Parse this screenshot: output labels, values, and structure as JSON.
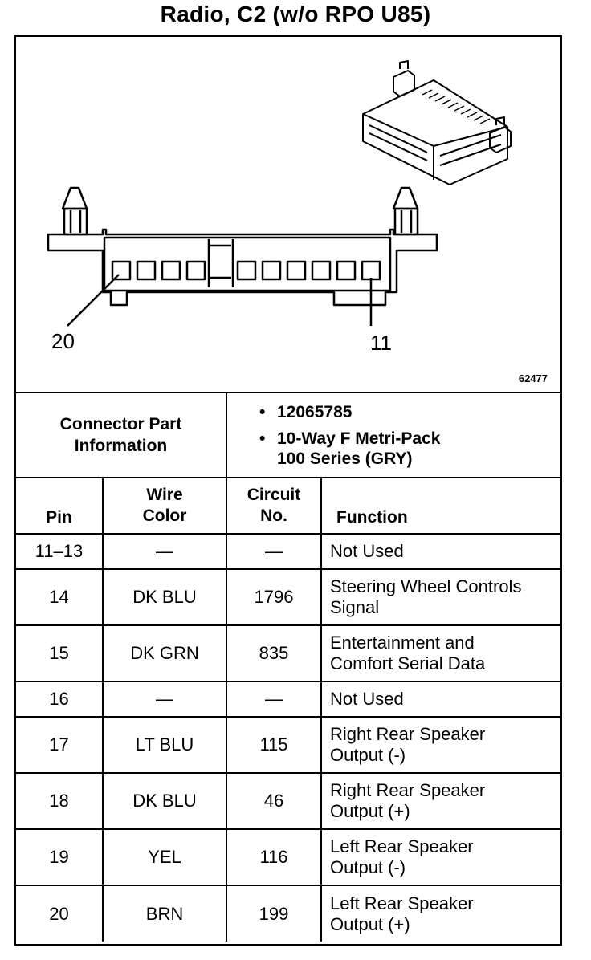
{
  "title": "Radio, C2 (w/o RPO U85)",
  "diagram": {
    "pin_left_label": "20",
    "pin_right_label": "11",
    "figure_number": "62477"
  },
  "connector_info": {
    "label_line1": "Connector Part",
    "label_line2": "Information",
    "bullet": "•",
    "part_number": "12065785",
    "description_line1": "10-Way F Metri-Pack",
    "description_line2": "100 Series (GRY)"
  },
  "table": {
    "headers": {
      "pin": "Pin",
      "wire_color_line1": "Wire",
      "wire_color_line2": "Color",
      "circuit_line1": "Circuit",
      "circuit_line2": "No.",
      "function": "Function"
    },
    "rows": [
      {
        "pin": "11–13",
        "color": "—",
        "circuit": "—",
        "f1": "Not Used",
        "f2": ""
      },
      {
        "pin": "14",
        "color": "DK BLU",
        "circuit": "1796",
        "f1": "Steering Wheel Controls",
        "f2": "Signal"
      },
      {
        "pin": "15",
        "color": "DK GRN",
        "circuit": "835",
        "f1": "Entertainment and",
        "f2": "Comfort Serial Data"
      },
      {
        "pin": "16",
        "color": "—",
        "circuit": "—",
        "f1": "Not Used",
        "f2": ""
      },
      {
        "pin": "17",
        "color": "LT BLU",
        "circuit": "115",
        "f1": "Right Rear Speaker",
        "f2": "Output (-)"
      },
      {
        "pin": "18",
        "color": "DK BLU",
        "circuit": "46",
        "f1": "Right Rear Speaker",
        "f2": "Output (+)"
      },
      {
        "pin": "19",
        "color": "YEL",
        "circuit": "116",
        "f1": "Left Rear Speaker",
        "f2": "Output (-)"
      },
      {
        "pin": "20",
        "color": "BRN",
        "circuit": "199",
        "f1": "Left Rear Speaker",
        "f2": "Output (+)"
      }
    ]
  }
}
